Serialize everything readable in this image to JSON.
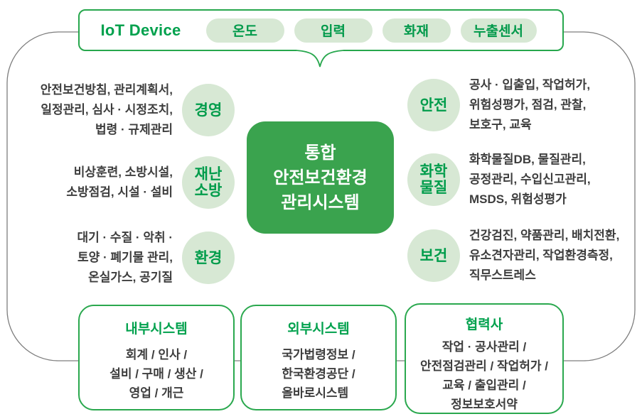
{
  "iot": {
    "label": "IoT Device",
    "pills": [
      "온도",
      "입력",
      "화재",
      "누출센서"
    ]
  },
  "center": {
    "lines": [
      "통합",
      "안전보건환경",
      "관리시스템"
    ]
  },
  "left_items": [
    {
      "circle": [
        "경영"
      ],
      "lines": [
        "안전보건방침, 관리계획서,",
        "일정관리, 심사 · 시정조치,",
        "법령 · 규제관리"
      ]
    },
    {
      "circle": [
        "재난",
        "소방"
      ],
      "lines": [
        "비상훈련, 소방시설,",
        "소방점검, 시설 · 설비"
      ]
    },
    {
      "circle": [
        "환경"
      ],
      "lines": [
        "대기 · 수질 · 악취 ·",
        "토양 · 폐기물 관리,",
        "온실가스, 공기질"
      ]
    }
  ],
  "right_items": [
    {
      "circle": [
        "안전"
      ],
      "lines": [
        "공사 · 입출입, 작업허가,",
        "위험성평가, 점검, 관찰,",
        "보호구, 교육"
      ]
    },
    {
      "circle": [
        "화학",
        "물질"
      ],
      "lines": [
        "화학물질DB, 물질관리,",
        "공정관리, 수입신고관리,",
        "MSDS, 위험성평가"
      ]
    },
    {
      "circle": [
        "보건"
      ],
      "lines": [
        "건강검진, 약품관리, 배치전환,",
        "유소견자관리, 작업환경측정,",
        "직무스트레스"
      ]
    }
  ],
  "bottom_boxes": [
    {
      "title": "내부시스템",
      "lines": [
        "회계 / 인사 /",
        "설비 / 구매 / 생산 /",
        "영업 / 개근"
      ]
    },
    {
      "title": "외부시스템",
      "lines": [
        "국가법령정보 /",
        "한국환경공단 /",
        "올바로시스템"
      ]
    },
    {
      "title": "협력사",
      "lines": [
        "작업 · 공사관리 /",
        "안전점검관리 / 작업허가 /",
        "교육 / 출입관리 /",
        "정보보호서약"
      ]
    }
  ],
  "colors": {
    "accent_green": "#00a14d",
    "border_green": "#27a74d",
    "center_box_green": "#3aa34e",
    "light_green_fill": "#d7e8d4",
    "pill_text_green": "#00994a",
    "body_text": "#3d3d3d",
    "outline_gray": "#7d7d7d"
  }
}
